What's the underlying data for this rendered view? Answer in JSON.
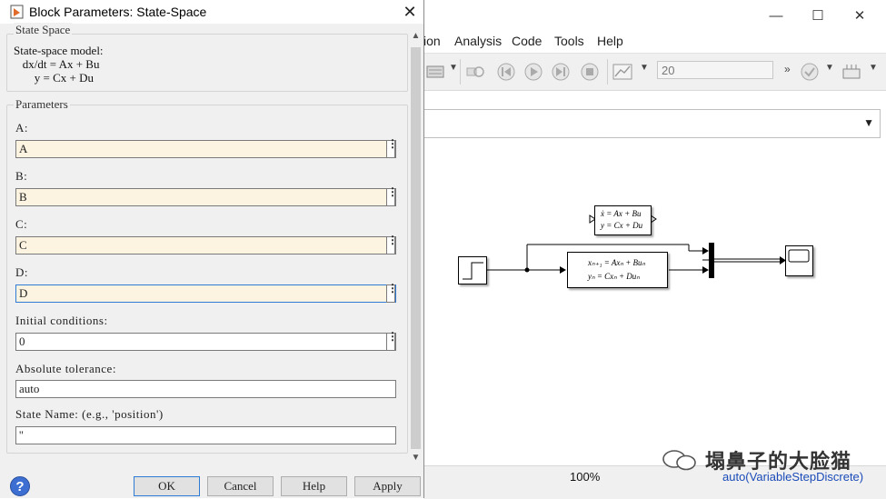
{
  "dialog": {
    "title": "Block Parameters: State-Space",
    "close_glyph": "✕",
    "block_group_label": "State Space",
    "description_lines": [
      "State-space model:",
      "   dx/dt = Ax + Bu",
      "       y = Cx + Du"
    ],
    "params_group_label": "Parameters",
    "params": {
      "a_label": "A:",
      "a_value": "A",
      "b_label": "B:",
      "b_value": "B",
      "c_label": "C:",
      "c_value": "C",
      "d_label": "D:",
      "d_value": "D",
      "ic_label": "Initial conditions:",
      "ic_value": "0",
      "abstol_label": "Absolute tolerance:",
      "abstol_value": "auto",
      "statename_label": "State Name: (e.g., 'position')",
      "statename_value": "''"
    },
    "buttons": {
      "ok": "OK",
      "cancel": "Cancel",
      "help": "Help",
      "apply": "Apply"
    },
    "help_icon": "?"
  },
  "simulink": {
    "menus": [
      "ion",
      "Analysis",
      "Code",
      "Tools",
      "Help"
    ],
    "stop_time": "20",
    "zoom": "100%",
    "solver": "auto(VariableStepDiscrete)",
    "window_controls": {
      "minimize": "—",
      "maximize": "☐",
      "close": "✕"
    },
    "blocks": {
      "ss_continuous_line1": "ẋ = Ax + Bu",
      "ss_continuous_line2": "y = Cx + Du",
      "ss_discrete_line1": "xₙ₊₁ = Axₙ + Buₙ",
      "ss_discrete_line2": "yₙ = Cxₙ + Duₙ"
    }
  },
  "watermark": "塌鼻子的大脸猫"
}
